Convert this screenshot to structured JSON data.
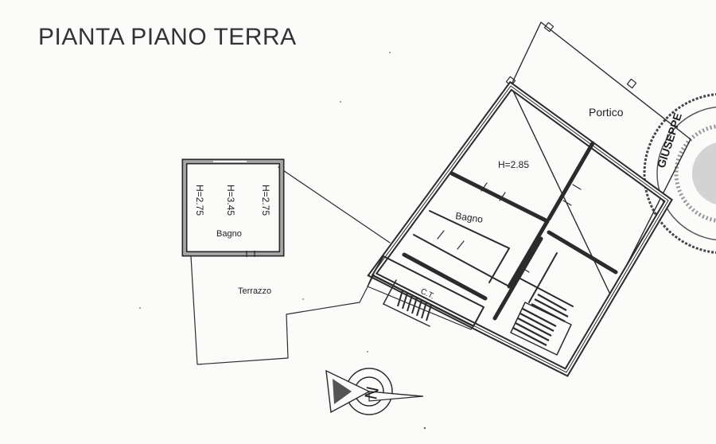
{
  "title": "PIANTA PIANO TERRA",
  "rooms": {
    "portico": "Portico",
    "main_height": "H=2.85",
    "bagno_main": "Bagno",
    "ct": "C.T.",
    "bagno_annex": "Bagno",
    "annex_h_left": "H=2.75",
    "annex_h_center": "H=3.45",
    "annex_h_right": "H=2.75",
    "terrazzo": "Terrazzo"
  },
  "compass": {
    "letter": "N"
  },
  "stamp": {
    "text": "GIUSEPPE"
  },
  "colors": {
    "ink": "#2b2b2b",
    "paper": "#fbfbfa"
  }
}
